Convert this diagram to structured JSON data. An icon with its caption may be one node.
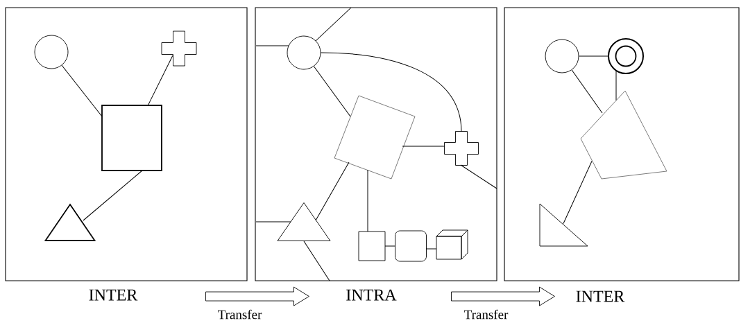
{
  "diagram": {
    "nodes": [
      {
        "text": [
          "INTER"
        ]
      },
      {
        "text": [],
        "shape": "circle",
        "in": 0
      },
      {
        "text": [],
        "shape": "cross",
        "in": 0
      },
      {
        "text": [],
        "shape": "box",
        "in": 0
      },
      {
        "text": [],
        "shape": "triangle",
        "in": 0
      },
      {
        "text": [
          "INTRA"
        ]
      },
      {
        "text": [],
        "shape": "circle",
        "in": 5
      },
      {
        "text": [],
        "shape": "box",
        "in": 5
      },
      {
        "text": [],
        "shape": "cross",
        "in": 5
      },
      {
        "text": [],
        "shape": "triangle",
        "in": 5
      },
      {
        "text": [],
        "shape": "box",
        "in": 5
      },
      {
        "text": [],
        "shape": "box",
        "in": 5
      },
      {
        "text": [],
        "shape": "cube",
        "in": 5
      },
      {
        "text": [
          "INTER"
        ]
      },
      {
        "text": [],
        "shape": "circle",
        "in": 13
      },
      {
        "text": [],
        "shape": "ring",
        "in": 13
      },
      {
        "text": [],
        "shape": "quadrilateral",
        "in": 13
      },
      {
        "text": [],
        "shape": "triangle",
        "in": 13
      }
    ],
    "edges": [
      {
        "from": 1,
        "to": 3,
        "arrow": "none"
      },
      {
        "from": 2,
        "to": 3,
        "arrow": "none"
      },
      {
        "from": 3,
        "to": 4,
        "arrow": "none"
      },
      {
        "from": 0,
        "to": 5,
        "arrow": "to",
        "label": "Transfer"
      },
      {
        "from": 6,
        "to": 7,
        "arrow": "none"
      },
      {
        "from": 6,
        "to": 8,
        "arrow": "none"
      },
      {
        "from": 7,
        "to": 8,
        "arrow": "none"
      },
      {
        "from": 7,
        "to": 9,
        "arrow": "none"
      },
      {
        "from": 7,
        "to": 10,
        "arrow": "none"
      },
      {
        "from": 10,
        "to": 11,
        "arrow": "none"
      },
      {
        "from": 11,
        "to": 12,
        "arrow": "none"
      },
      {
        "from": 6,
        "to": null,
        "arrow": "none"
      },
      {
        "from": 6,
        "to": null,
        "arrow": "none"
      },
      {
        "from": 8,
        "to": null,
        "arrow": "none"
      },
      {
        "from": 9,
        "to": null,
        "arrow": "none"
      },
      {
        "from": 9,
        "to": null,
        "arrow": "none"
      },
      {
        "from": 14,
        "to": 15,
        "arrow": "none"
      },
      {
        "from": 14,
        "to": 16,
        "arrow": "none"
      },
      {
        "from": 15,
        "to": 16,
        "arrow": "none"
      },
      {
        "from": 16,
        "to": 17,
        "arrow": "none"
      },
      {
        "from": 5,
        "to": 13,
        "arrow": "to",
        "label": "Transfer"
      }
    ]
  }
}
